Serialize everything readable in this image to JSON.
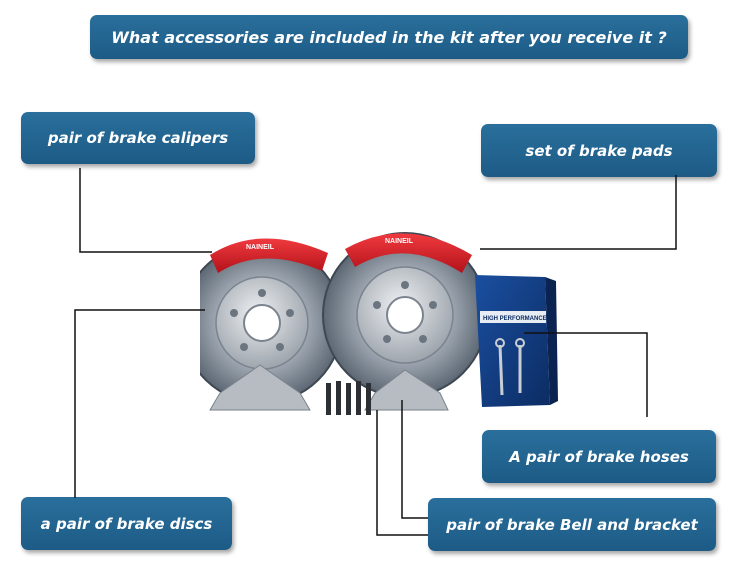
{
  "header": {
    "question": "What accessories are included in the kit after you receive it ?"
  },
  "labels": {
    "calipers": "pair of brake calipers",
    "pads": "set of brake pads",
    "hoses": "A pair of brake hoses",
    "discs": "a pair of brake discs",
    "bell_bracket": "pair of brake Bell and bracket"
  },
  "product": {
    "caliper_brand": "NAINEIL",
    "box_text": "HIGH PERFORMANCE"
  },
  "colors": {
    "label_bg": "#1d5b86",
    "label_text": "#ffffff",
    "caliper_red": "#d81e27",
    "leader_line": "#111111"
  }
}
